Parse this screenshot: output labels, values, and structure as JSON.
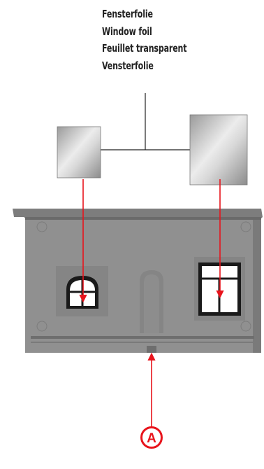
{
  "labels": [
    "Fensterfolie",
    "Window foil",
    "Feuillet transparent",
    "Vensterfolie"
  ],
  "callout": "A",
  "colors": {
    "arrow": "#e8141c",
    "wall": "#8f8f8f",
    "wall_dark": "#6e6e6e",
    "foil_light": "#f2f2f2",
    "foil_dark": "#8a8a8a"
  }
}
